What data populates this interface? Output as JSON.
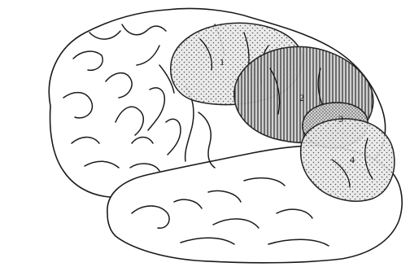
{
  "figure": {
    "area_labels": [
      "1",
      "2",
      "3",
      "4"
    ]
  }
}
